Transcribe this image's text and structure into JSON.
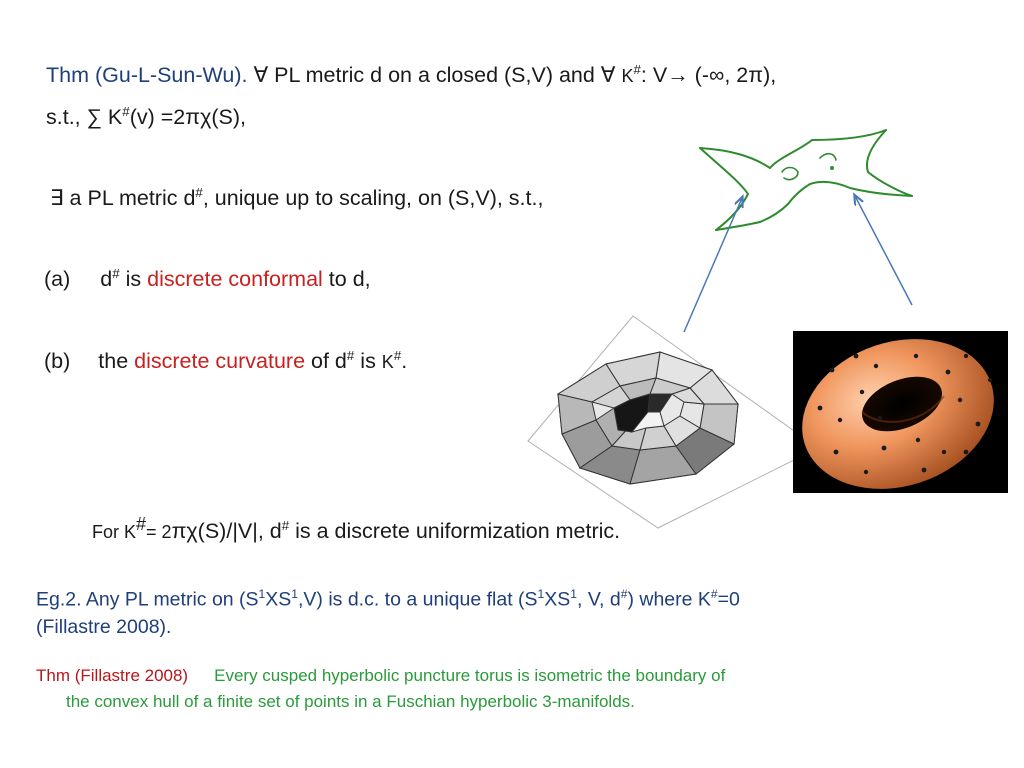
{
  "thm": {
    "line1_blue": "Thm  (Gu-L-Sun-Wu). ",
    "line1_rest_a": "∀ PL metric d on a closed (S,V) and ∀ ",
    "line1_kappa": "K",
    "line1_rest_b": ": V→  (-∞, 2π),",
    "line2_a": "s.t., ∑ K",
    "line2_b": "(v) =2πχ(S),"
  },
  "exists": {
    "a": "∃ a PL metric d",
    "b": ", unique up to scaling,  on (S,V),  s.t.,"
  },
  "items": {
    "a_label": "(a)",
    "a_pre": "d",
    "a_mid": " is ",
    "a_red": "discrete conformal",
    "a_post": " to d,",
    "b_label": "(b)",
    "b_pre": "the ",
    "b_red": "discrete curvature",
    "b_mid": " of d",
    "b_mid2": " is ",
    "b_kappa": "K",
    "b_post": "."
  },
  "unif": {
    "a": "For K",
    "b": "= 2",
    "c": "πχ(S)/|V|",
    "d": ",  d",
    "e": " is a discrete uniformization metric."
  },
  "eg": {
    "line1_a": "Eg.2.  Any PL metric on (S",
    "line1_b": "XS",
    "line1_c": ",V) is d.c. to a unique flat (S",
    "line1_d": "XS",
    "line1_e": ", V, d",
    "line1_f": ") where K",
    "line1_g": "=0",
    "line2": "(Fillastre 2008)."
  },
  "fillastre": {
    "red": "Thm (Fillastre 2008)",
    "green1": "Every cusped hyperbolic puncture torus is isometric the boundary of",
    "green2": "the convex hull of a finite set of points in a Fuschian hyperbolic 3-manifolds."
  },
  "glyphs": {
    "sharp": "#",
    "one": "1"
  },
  "colors": {
    "blue_text": "#1f3f7a",
    "red_text": "#c8201e",
    "green_text": "#2a9a3a",
    "green_sketch": "#2e8b2e",
    "arrow": "#4a78b8",
    "torus": "#e08a55"
  }
}
